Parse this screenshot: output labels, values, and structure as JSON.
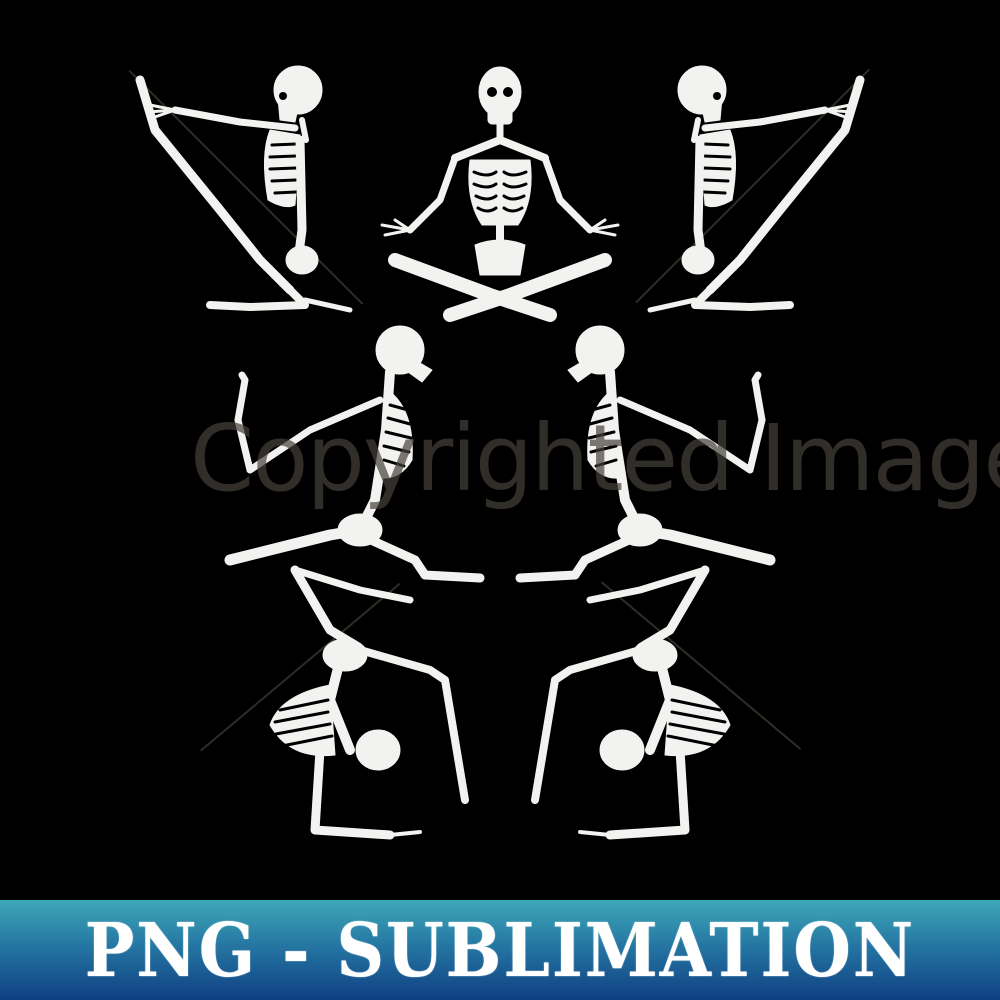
{
  "image": {
    "background_color": "#000000",
    "watermark_text": "Copyrighted Image",
    "figures": [
      {
        "id": "kneeling-left",
        "pose": "kneeling, reaching forward to raised foot"
      },
      {
        "id": "meditating-center",
        "pose": "lotus meditation"
      },
      {
        "id": "kneeling-right",
        "pose": "kneeling, reaching forward to raised foot (mirrored)"
      },
      {
        "id": "lunge-left",
        "pose": "low lunge looking up, arm raised"
      },
      {
        "id": "lunge-right",
        "pose": "low lunge looking up, arm raised (mirrored)"
      },
      {
        "id": "forearm-stand-left",
        "pose": "forearm scorpion / backbend"
      },
      {
        "id": "forearm-stand-right",
        "pose": "forearm scorpion / backbend (mirrored)"
      }
    ],
    "skeleton_color": "#f2f2f0"
  },
  "banner": {
    "label": "PNG - SUBLIMATION",
    "gradient_top": "#3ea8b8",
    "gradient_bottom": "#0f3f83",
    "text_color": "#ffffff"
  }
}
